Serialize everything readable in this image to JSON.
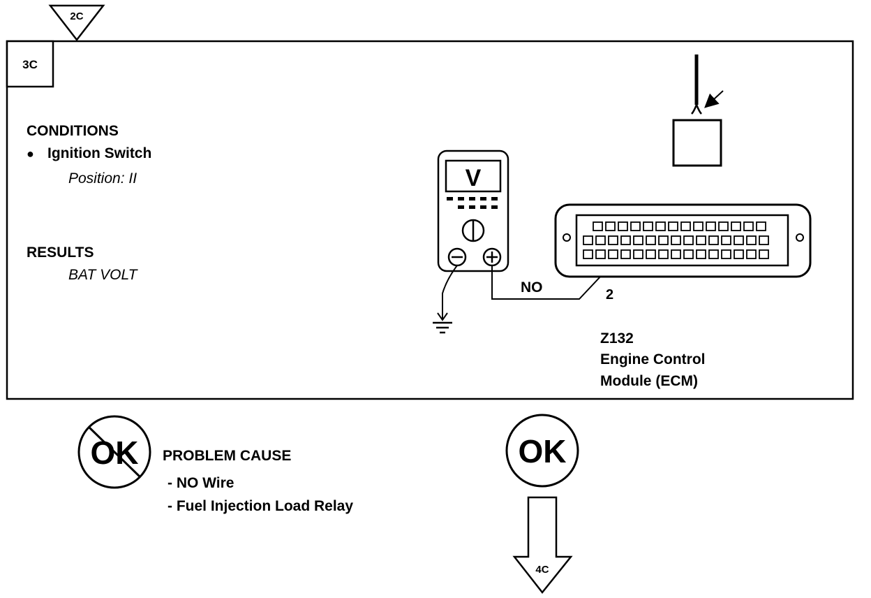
{
  "step": {
    "prev_ref": "2C",
    "id": "3C",
    "next_ref": "4C"
  },
  "conditions": {
    "heading": "CONDITIONS",
    "bullet": "●",
    "item": "Ignition Switch",
    "detail": "Position: II"
  },
  "results": {
    "heading": "RESULTS",
    "value": "BAT VOLT"
  },
  "meter": {
    "display": "V",
    "neg_symbol": "−",
    "pos_symbol": "+"
  },
  "wire_label": "NO",
  "pin_label": "2",
  "module": {
    "code": "Z132",
    "name_line1": "Engine Control",
    "name_line2": "Module (ECM)"
  },
  "outcomes": {
    "not_ok_label": "OK",
    "ok_label": "OK",
    "problem_heading": "PROBLEM CAUSE",
    "causes": [
      "- NO Wire",
      "- Fuel Injection Load Relay"
    ]
  }
}
